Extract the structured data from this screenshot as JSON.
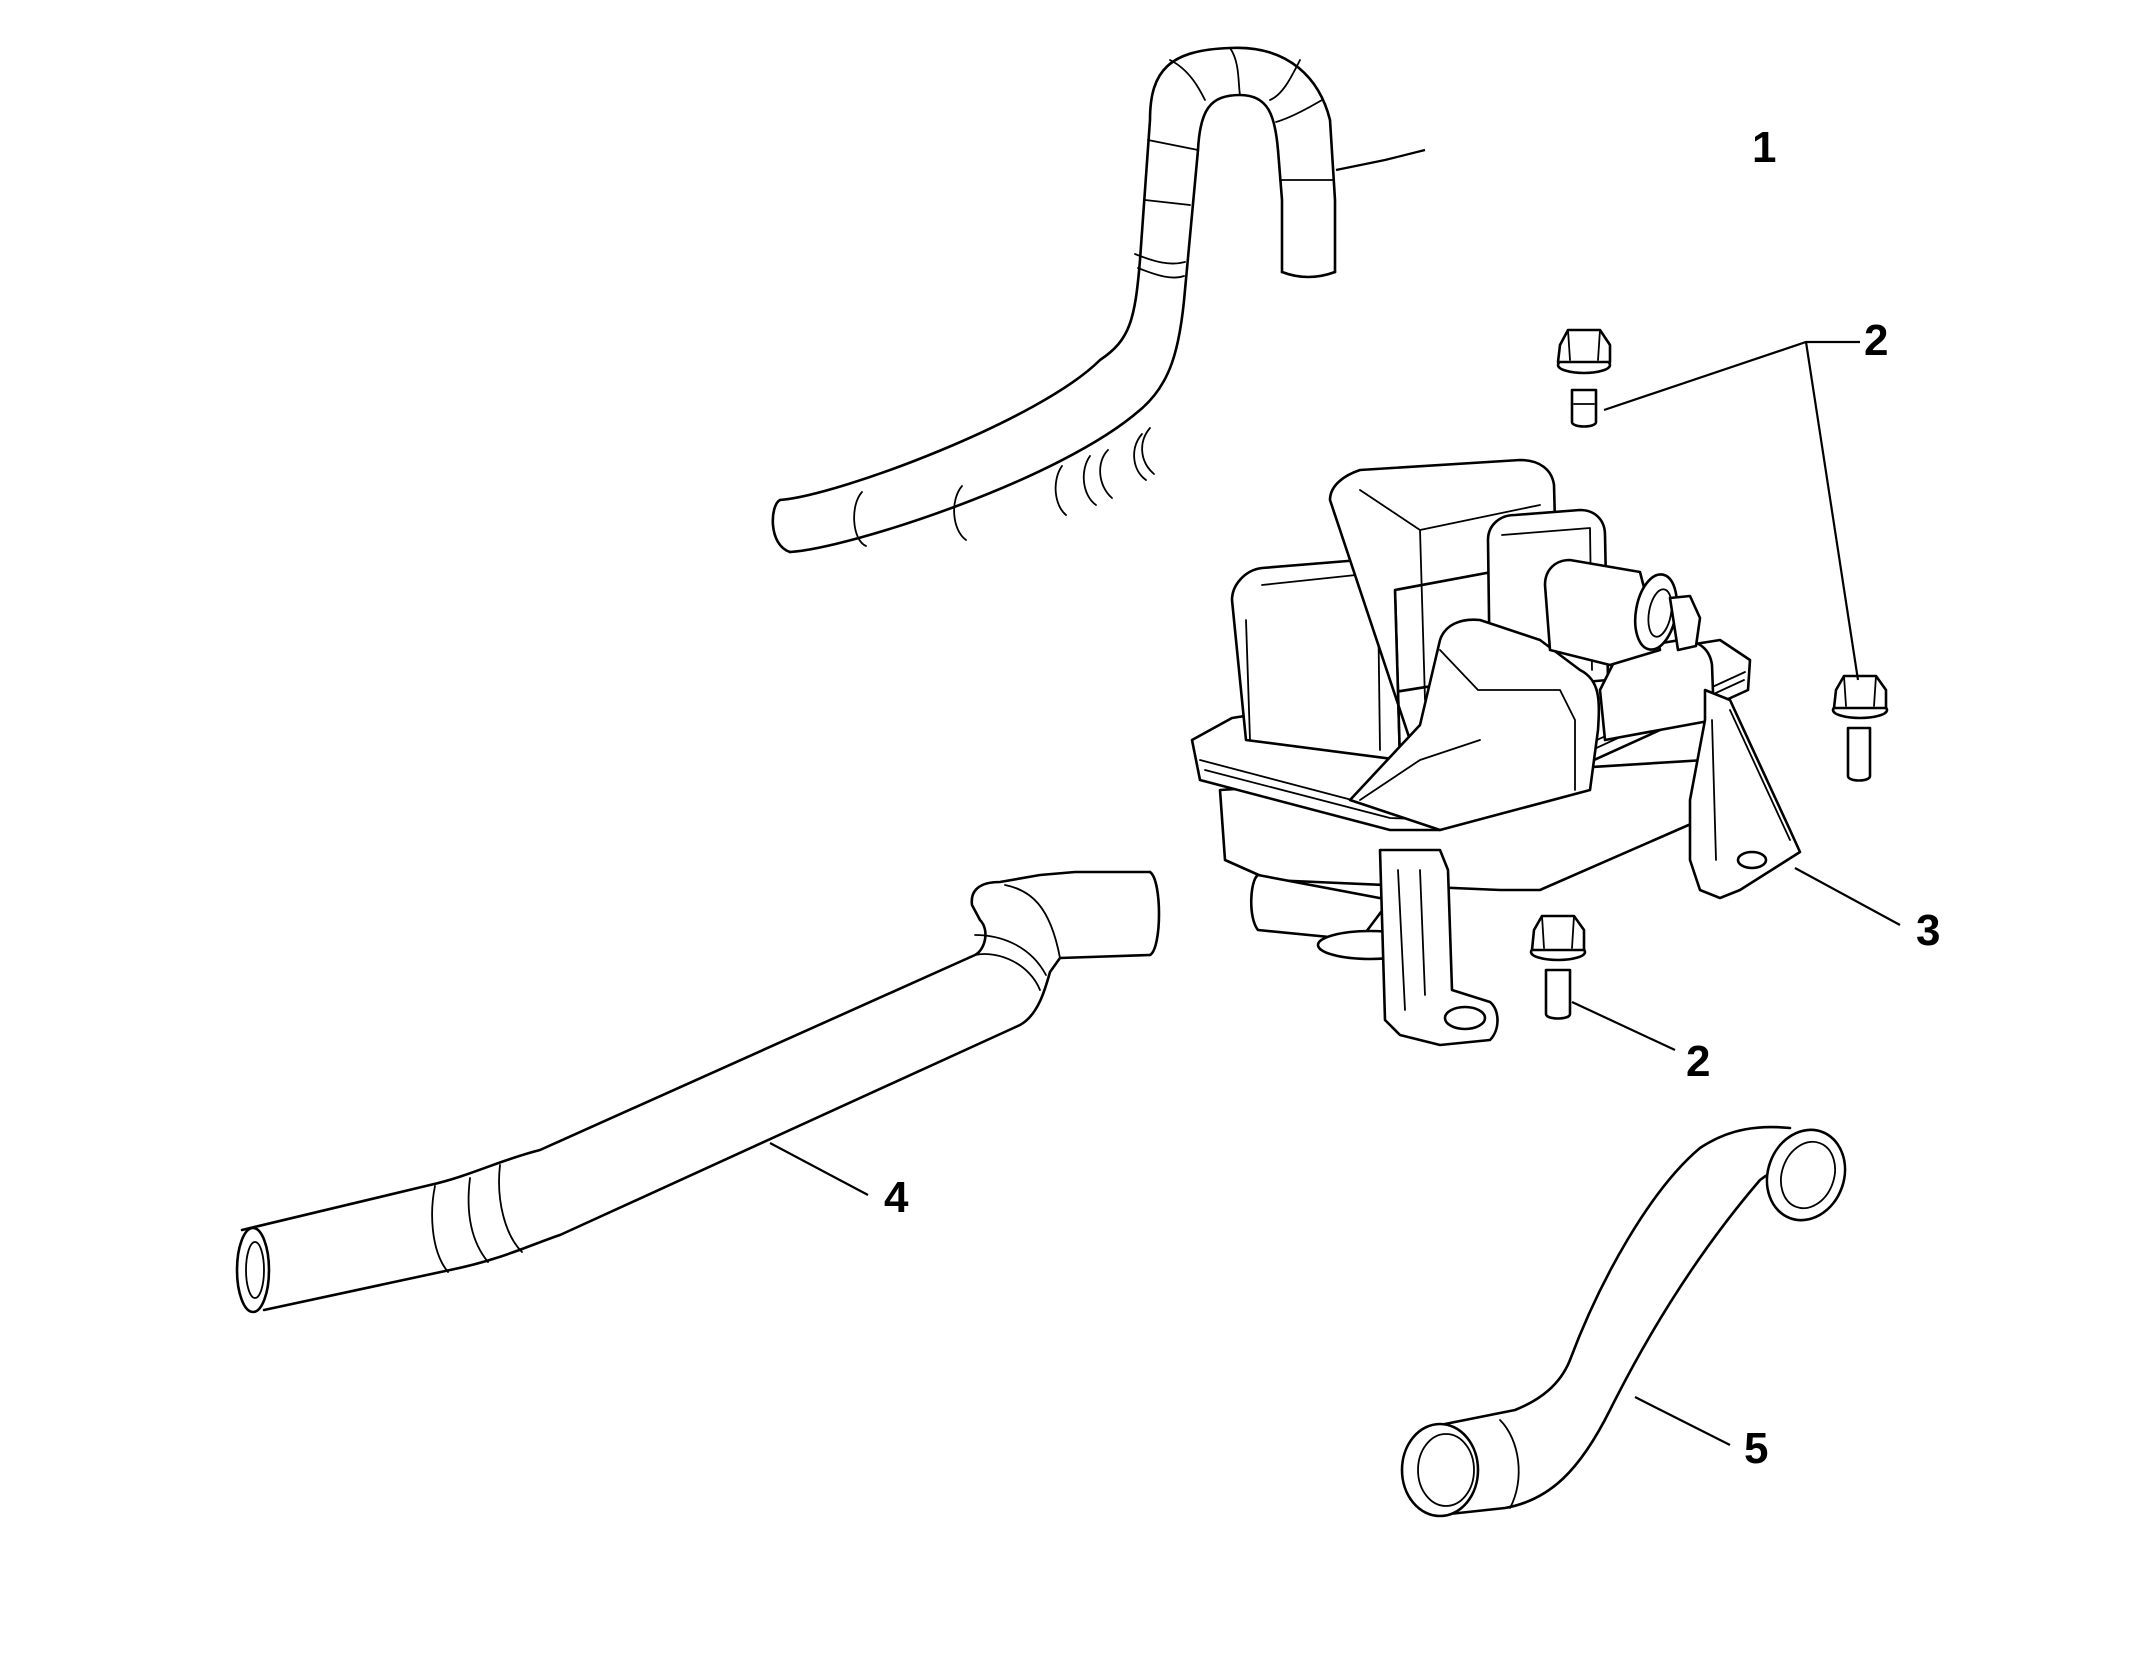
{
  "diagram": {
    "callouts": [
      {
        "id": "hose-1",
        "label": "1"
      },
      {
        "id": "bolt-2-top",
        "label": "2"
      },
      {
        "id": "bolt-2-bottom",
        "label": "2"
      },
      {
        "id": "reservoir-3",
        "label": "3"
      },
      {
        "id": "hose-4",
        "label": "4"
      },
      {
        "id": "hose-5",
        "label": "5"
      }
    ],
    "colors": {
      "line": "#000000",
      "background": "#ffffff"
    }
  }
}
